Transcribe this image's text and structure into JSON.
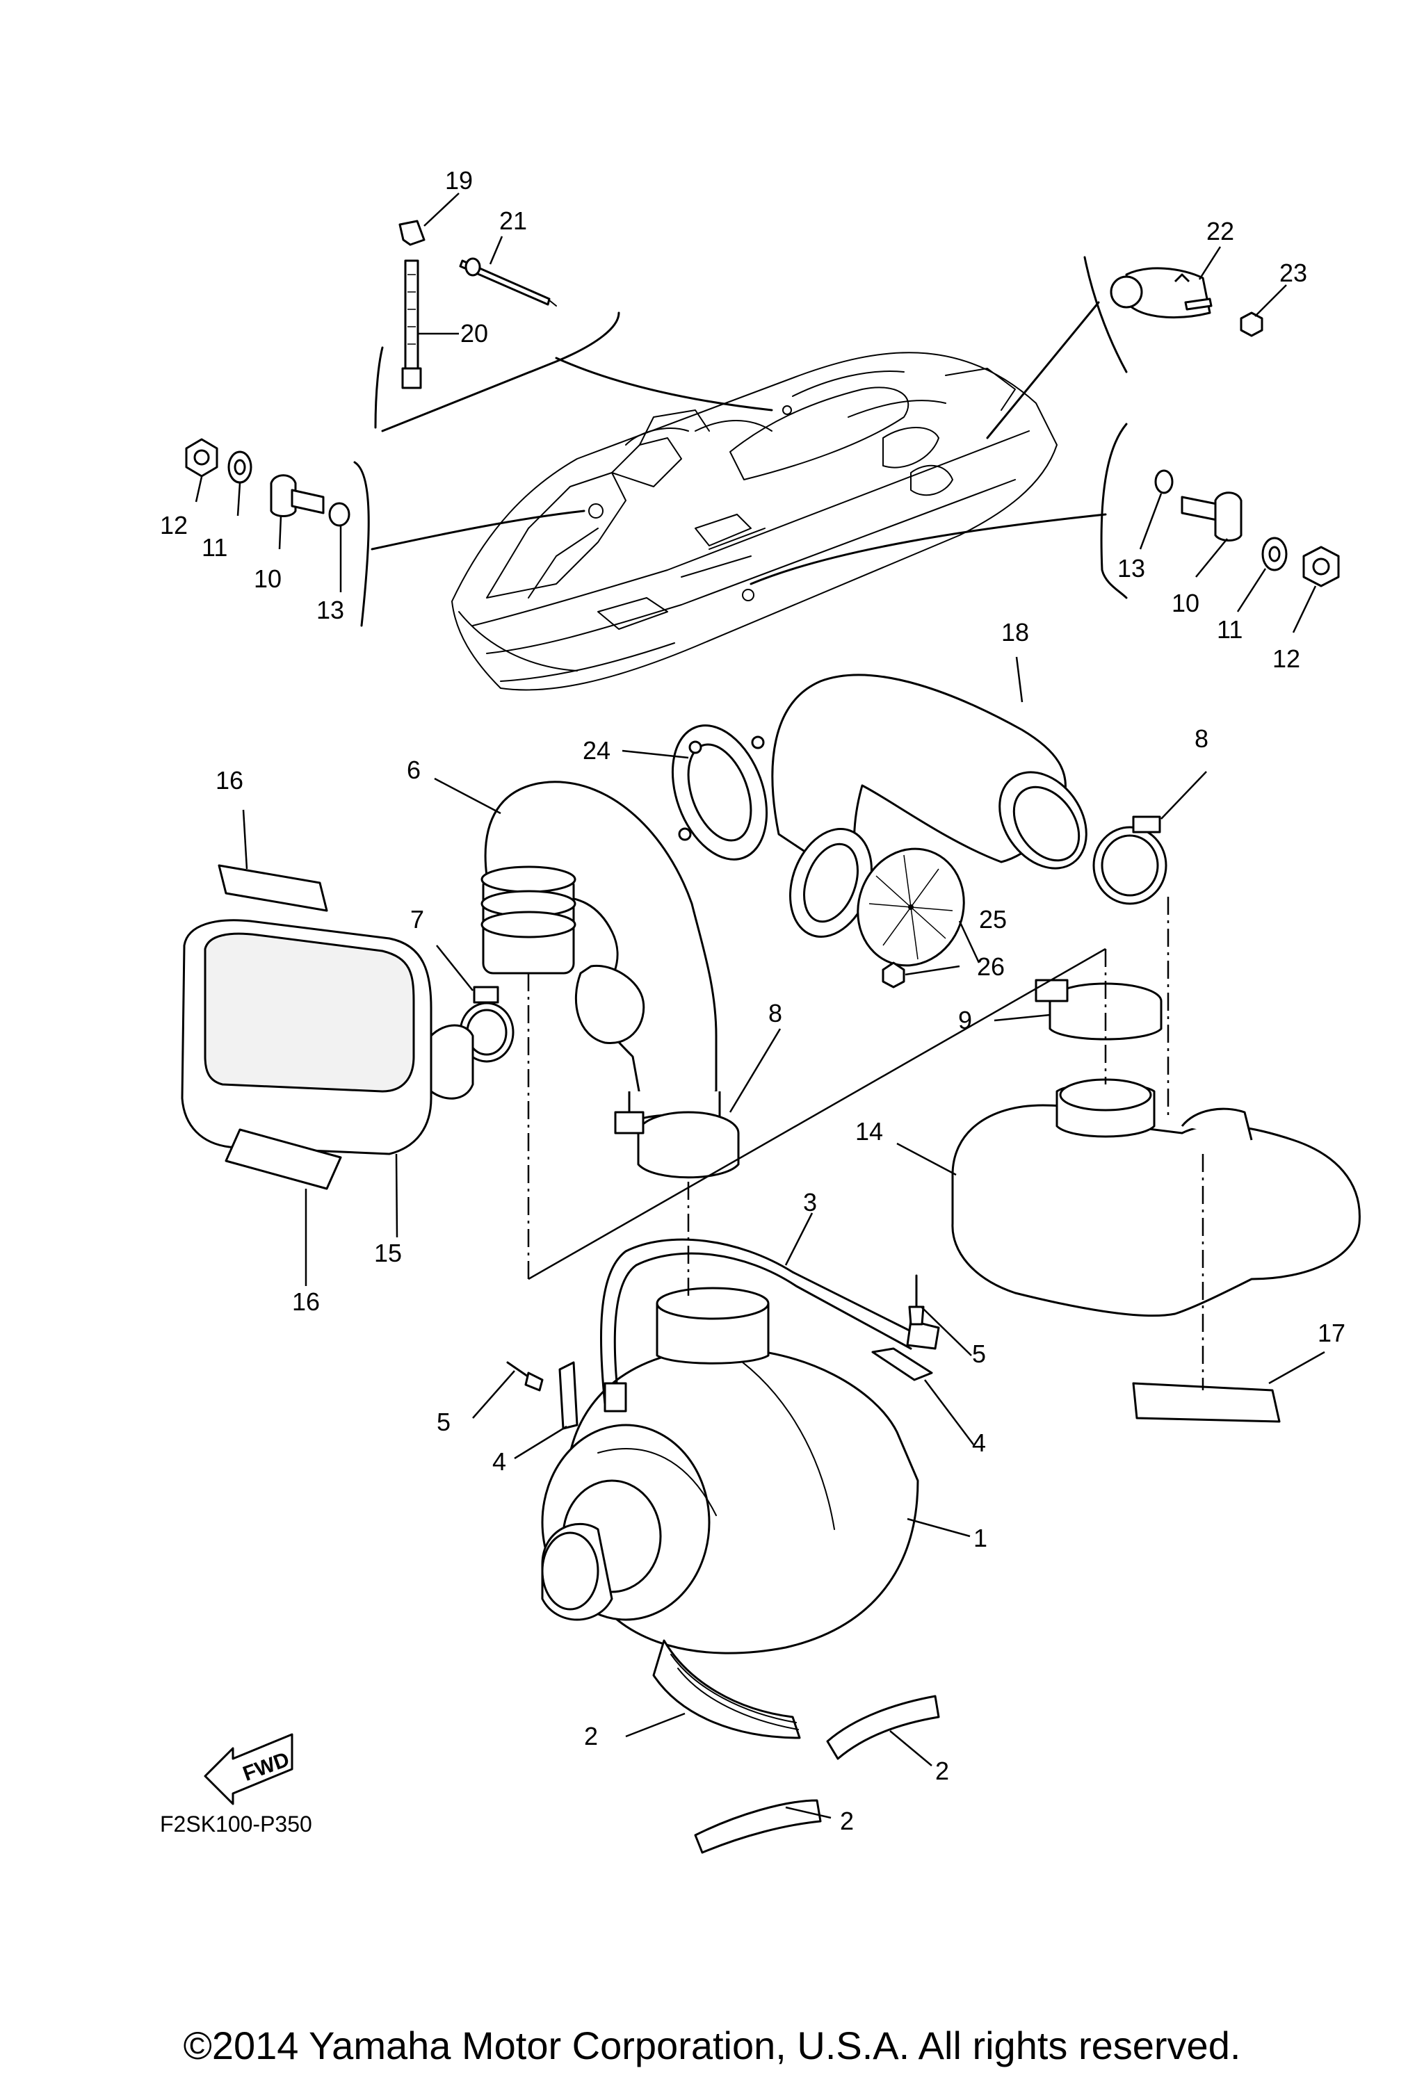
{
  "diagram": {
    "figure_code": "F2SK100-P350",
    "fwd_label": "FWD",
    "callouts": {
      "c1": "1",
      "c2a": "2",
      "c2b": "2",
      "c2c": "2",
      "c3": "3",
      "c4a": "4",
      "c4b": "4",
      "c5a": "5",
      "c5b": "5",
      "c6": "6",
      "c7": "7",
      "c8a": "8",
      "c8b": "8",
      "c9": "9",
      "c10a": "10",
      "c10b": "10",
      "c11a": "11",
      "c11b": "11",
      "c12a": "12",
      "c12b": "12",
      "c13a": "13",
      "c13b": "13",
      "c14": "14",
      "c15": "15",
      "c16a": "16",
      "c16b": "16",
      "c17": "17",
      "c18": "18",
      "c19": "19",
      "c20": "20",
      "c21": "21",
      "c22": "22",
      "c23": "23",
      "c24": "24",
      "c25": "25",
      "c26": "26"
    }
  },
  "copyright": "©2014 Yamaha Motor Corporation, U.S.A. All rights reserved."
}
